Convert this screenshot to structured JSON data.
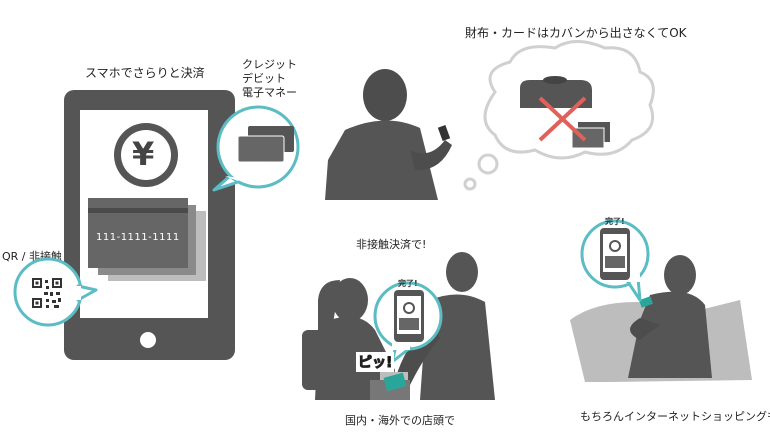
{
  "labels": {
    "phone_caption": "スマホでさらりと決済",
    "card_types": [
      "クレジット",
      "デビット",
      "電子マネー"
    ],
    "qr_label": "QR / 非接触",
    "wallet_caption": "財布・カードはカバンから出さなくてOK",
    "contactless_caption": "非接触決済で!",
    "store_caption": "国内・海外での店頭で",
    "online_caption": "もちろんインターネットショッピングも",
    "card_number": "111-1111-1111",
    "currency_symbol": "¥",
    "done_text": "完了!",
    "beep_text": "ピッ!"
  },
  "colors": {
    "dark_gray": "#555555",
    "mid_gray": "#6e6e6e",
    "light_gray": "#bdbdbd",
    "teal": "#5bbcc4",
    "green": "#2aa59a",
    "red_cross": "#e0605a"
  }
}
